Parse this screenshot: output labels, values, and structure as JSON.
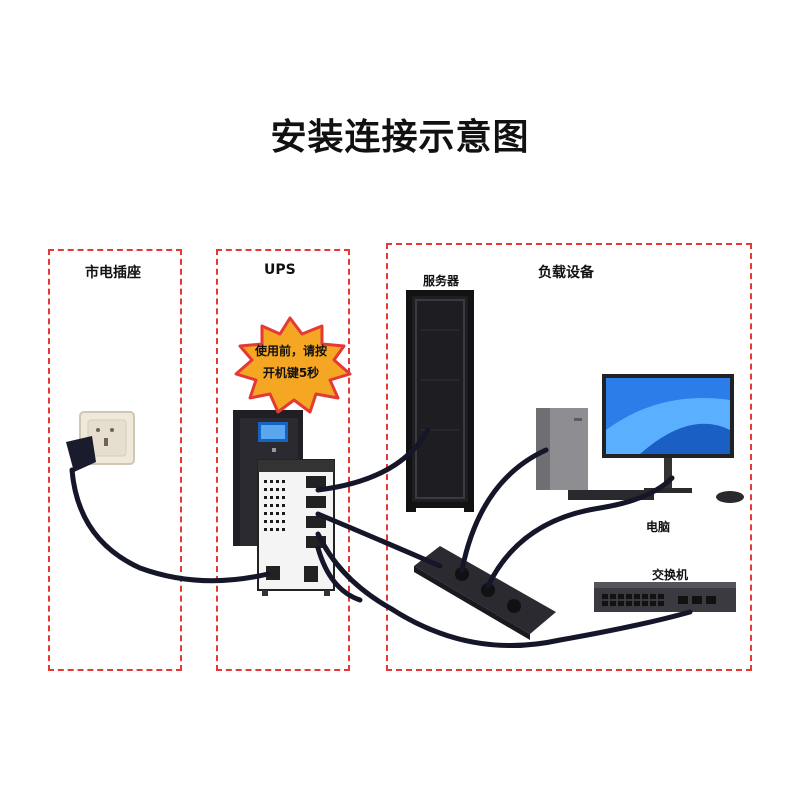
{
  "title": "安装连接示意图",
  "zones": {
    "outlet": "市电插座",
    "ups": "UPS",
    "load": "负载设备"
  },
  "devices": {
    "server": "服务器",
    "computer": "电脑",
    "switch": "交换机"
  },
  "warning": {
    "line1": "使用前，请按",
    "line2": "开机键5秒"
  },
  "colors": {
    "dash": "#e53935",
    "cable": "#15162a",
    "burst": "#f5a623",
    "burst_edge": "#e53935"
  }
}
